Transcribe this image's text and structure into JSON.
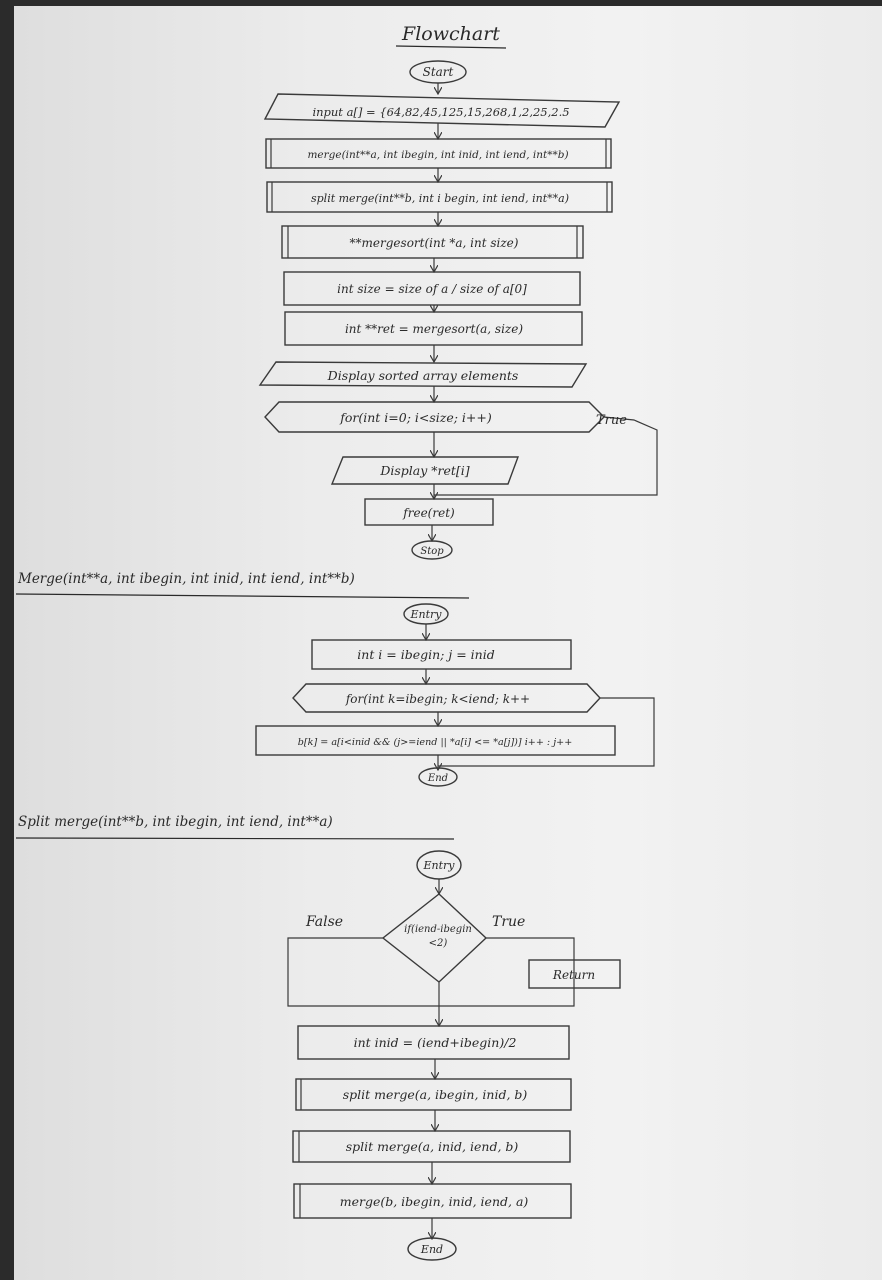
{
  "title": "Flowchart",
  "main_flow": {
    "start": "Start",
    "input": "input a[] = {64,82,45,125,15,268,1,2,25,2.5",
    "merge_decl": "merge(int**a, int ibegin, int inid, int iend, int**b)",
    "split_decl": "split merge(int**b, int i begin, int iend, int**a)",
    "mergesort_decl": "**mergesort(int *a, int size)",
    "size_stmt": "int size = size of a / size of a[0]",
    "ret_stmt": "int **ret = mergesort(a, size)",
    "display_sorted": "Display sorted array elements",
    "for_loop": "for(int i=0; i<size; i++)",
    "true_label": "True",
    "display_ret": "Display *ret[i]",
    "free": "free(ret)",
    "stop": "Stop"
  },
  "merge_section": {
    "heading": "Merge(int**a, int ibegin, int inid, int iend, int**b)",
    "entry": "Entry",
    "init": "int i = ibegin; j = inid",
    "loop": "for(int k=ibegin; k<iend; k++",
    "assign": "b[k] = a[i<inid && (j>=iend || *a[i] <= *a[j])] i++ : j++",
    "end": "End"
  },
  "split_section": {
    "heading": "Split merge(int**b, int ibegin, int iend, int**a)",
    "entry": "Entry",
    "decision_line1": "if(iend-ibegin",
    "decision_line2": "<2)",
    "false_label": "False",
    "true_label": "True",
    "return": "Return",
    "mid": "int inid = (iend+ibegin)/2",
    "split1": "split merge(a, ibegin, inid, b)",
    "split2": "split merge(a, inid, iend, b)",
    "merge_call": "merge(b, ibegin, inid, iend, a)",
    "end": "End"
  }
}
